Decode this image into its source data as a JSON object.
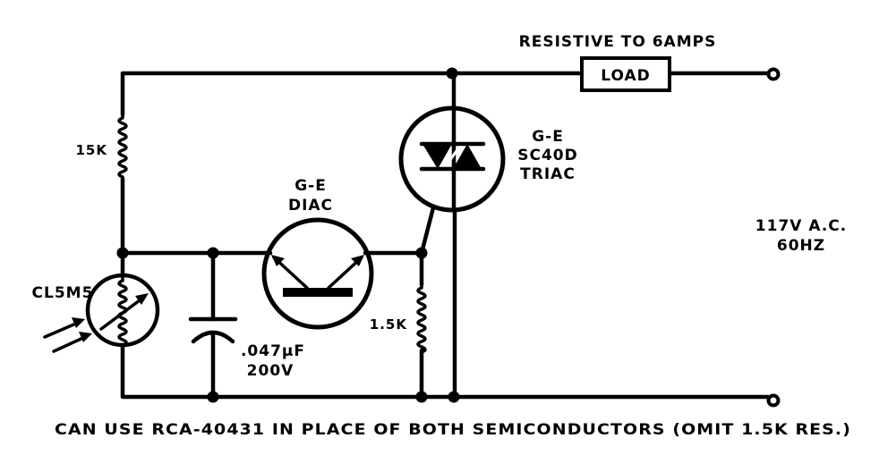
{
  "diagram": {
    "type": "electronic-schematic",
    "description": "Light-activated triac switch circuit",
    "header_note": "RESISTIVE TO 6AMPS",
    "load_label": "LOAD",
    "supply": {
      "line1": "117V A.C.",
      "line2": "60HZ"
    },
    "components": {
      "r_top": {
        "label": "15K",
        "kind": "resistor"
      },
      "photocell": {
        "label": "CL5M5",
        "kind": "photoresistor"
      },
      "capacitor": {
        "line1": ".047µF",
        "line2": "200V",
        "kind": "capacitor"
      },
      "diac": {
        "line1": "G-E",
        "line2": "DIAC",
        "kind": "diac"
      },
      "r_gate": {
        "label": "1.5K",
        "kind": "resistor"
      },
      "triac": {
        "line1": "G-E",
        "line2": "SC40D",
        "line3": "TRIAC",
        "kind": "triac"
      }
    },
    "footer_note": "CAN USE RCA-40431 IN PLACE OF BOTH SEMICONDUCTORS (OMIT 1.5K RES.)"
  }
}
